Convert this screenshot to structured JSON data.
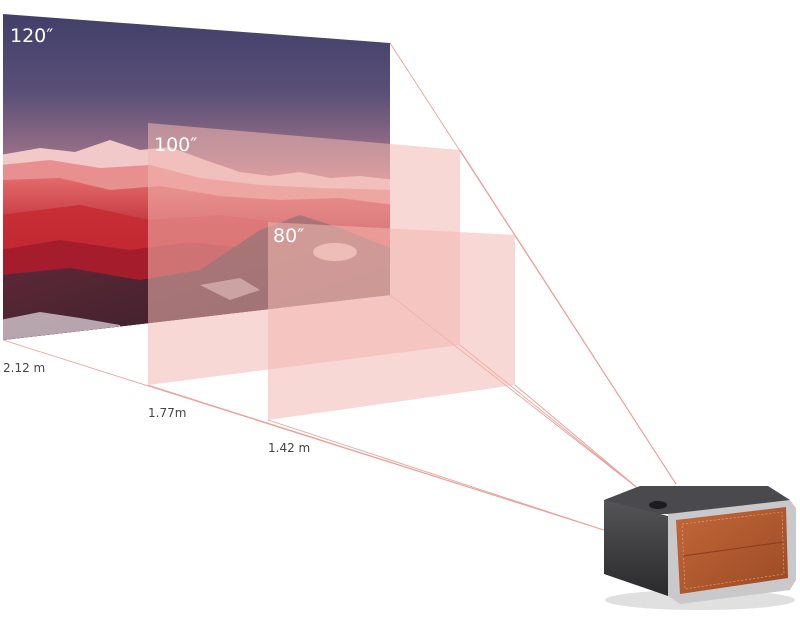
{
  "screens": [
    {
      "size_label": "120″",
      "distance_label": "2.12 m"
    },
    {
      "size_label": "100″",
      "distance_label": "1.77m"
    },
    {
      "size_label": "80″",
      "distance_label": "1.42 m"
    }
  ],
  "colors": {
    "projection_overlay": "#f3b8b0",
    "beam_line": "#e8a09a",
    "projector_body": "#3a3a3c",
    "projector_leather": "#b25a2e",
    "projector_trim": "#c9c9cc",
    "sky_top": "#3e3f6a",
    "sky_horizon": "#d98a8a",
    "mountains_red": "#b81e2a"
  },
  "icons": {
    "projector": "projector-device-icon",
    "landscape": "mountain-landscape-image"
  }
}
